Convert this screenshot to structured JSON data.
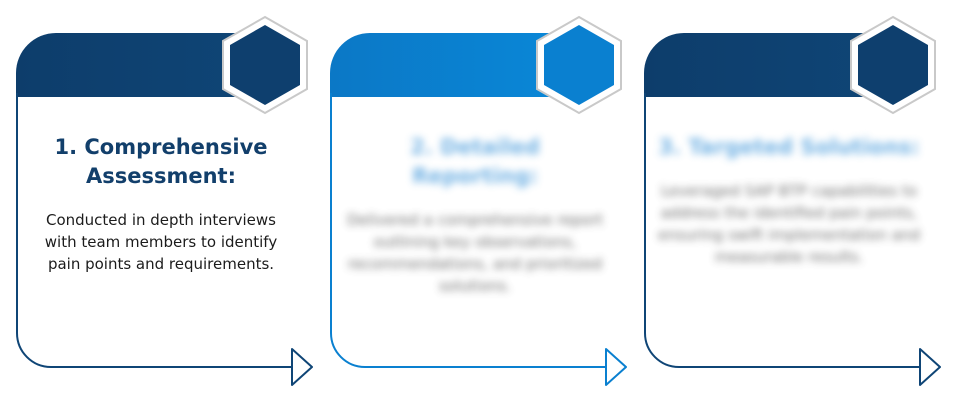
{
  "colors": {
    "dark_navy": "#0e3f6e",
    "bright_blue": "#0a80d0",
    "title_dark": "#123f6b",
    "title_blue": "#5aa5df"
  },
  "steps": [
    {
      "title": "1. Comprehensive Assessment:",
      "description": "Conducted in depth interviews with team members to identify pain points and requirements.",
      "blurred": false
    },
    {
      "title": "2. Detailed Reporting:",
      "description": "Delivered a comprehensive report outlining key observations, recommendations, and prioritized solutions.",
      "blurred": true
    },
    {
      "title": "3. Targeted Solutions:",
      "description": "Leveraged SAP BTP capabilities to address the identified pain points, ensuring swift implementation and measurable results.",
      "blurred": true
    }
  ]
}
